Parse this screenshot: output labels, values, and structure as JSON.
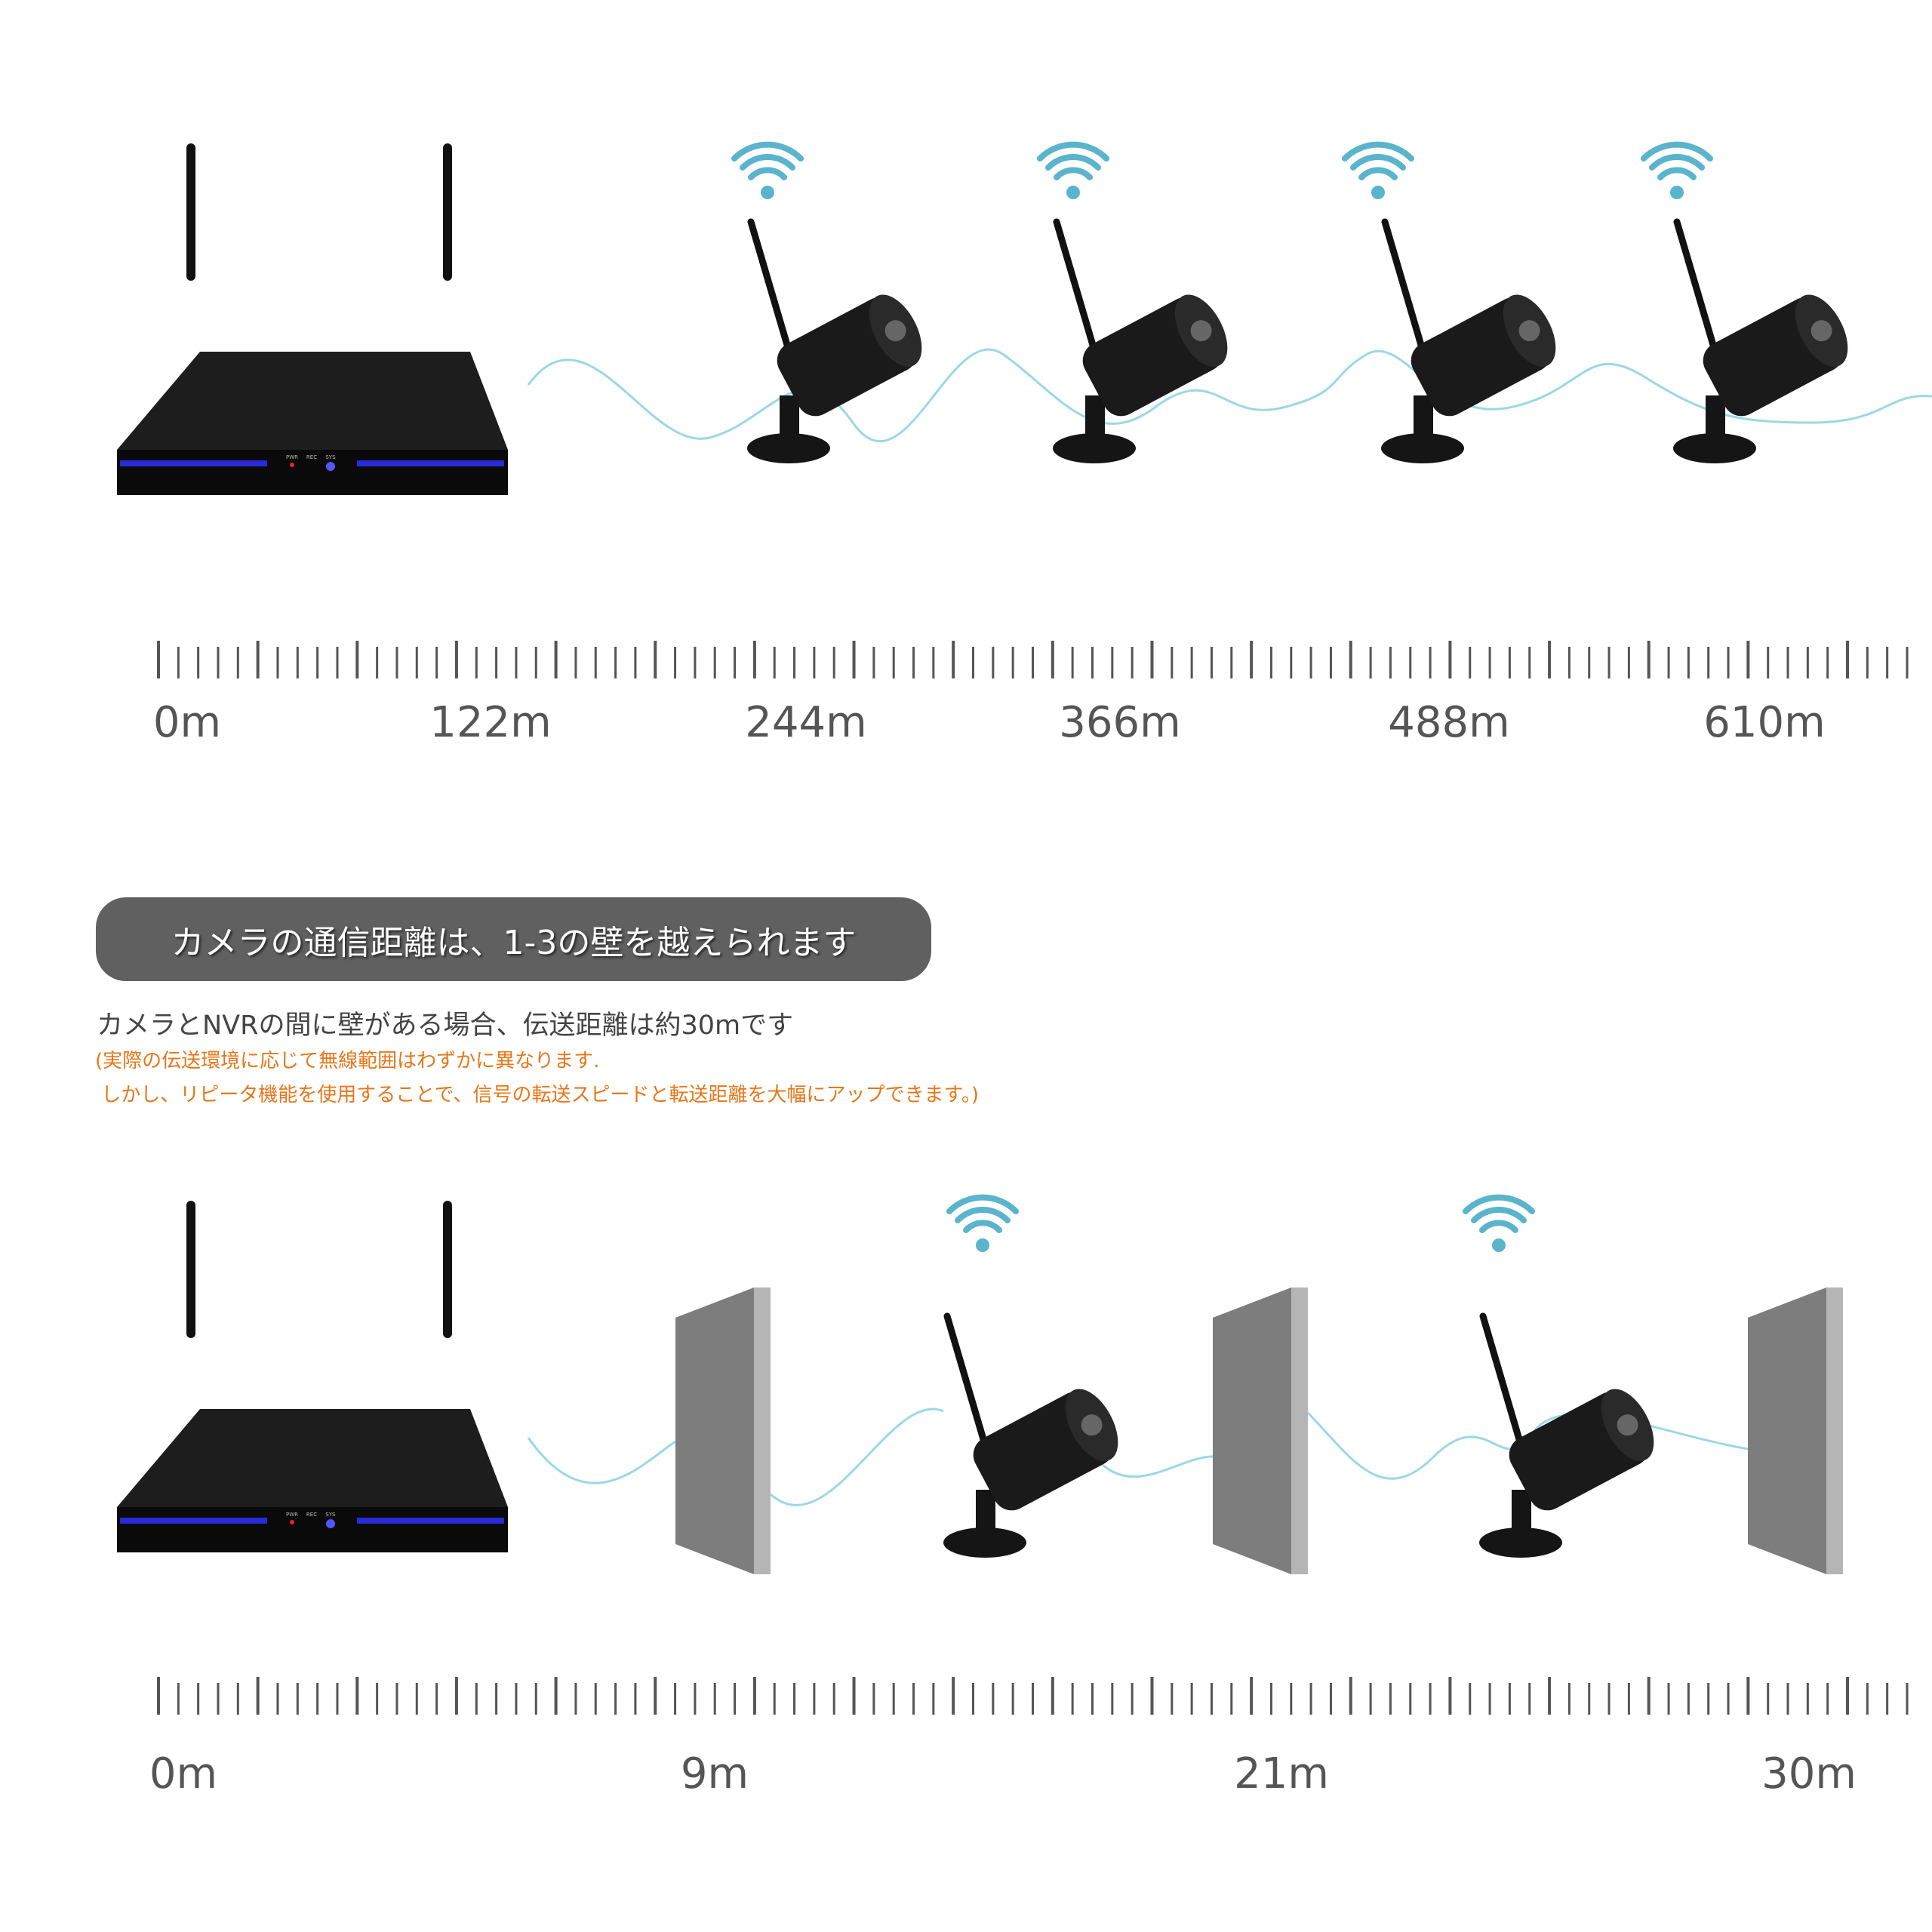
{
  "top_ruler": {
    "labels": [
      "0m",
      "122m",
      "244m",
      "366m",
      "488m",
      "610m"
    ]
  },
  "banner": {
    "text": "カメラの通信距離は、1-3の壁を越えられます"
  },
  "description": {
    "main": "カメラとNVRの間に壁がある場合、伝送距離は約30mです",
    "note_line1": "(実際の伝送環境に応じて無線範囲はわずかに異なります.",
    "note_line2": " しかし、リピータ機能を使用することで、信号の転送スピードと転送距離を大幅にアップできます。)"
  },
  "nvr_panel": {
    "pwr": "PWR",
    "rec": "REC",
    "sys": "SYS"
  },
  "bottom_ruler": {
    "labels": [
      "0m",
      "9m",
      "21m",
      "30m"
    ]
  },
  "colors": {
    "wifi": "#5ab4cc",
    "wave": "#9ad8e8",
    "orange": "#e8761a",
    "banner": "#606060",
    "wall": "#7d7d7d"
  }
}
